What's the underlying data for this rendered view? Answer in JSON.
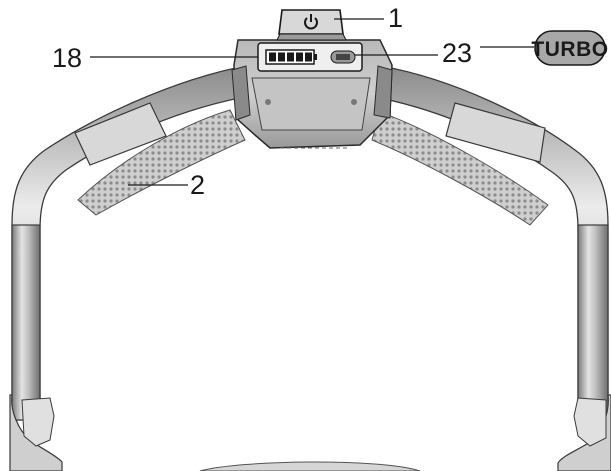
{
  "callouts": {
    "power": "1",
    "battery": "18",
    "turbo": "23",
    "mesh": "2"
  },
  "turbo_badge": "TURBO",
  "icons": {
    "power": "power-icon",
    "battery": "battery-icon"
  }
}
